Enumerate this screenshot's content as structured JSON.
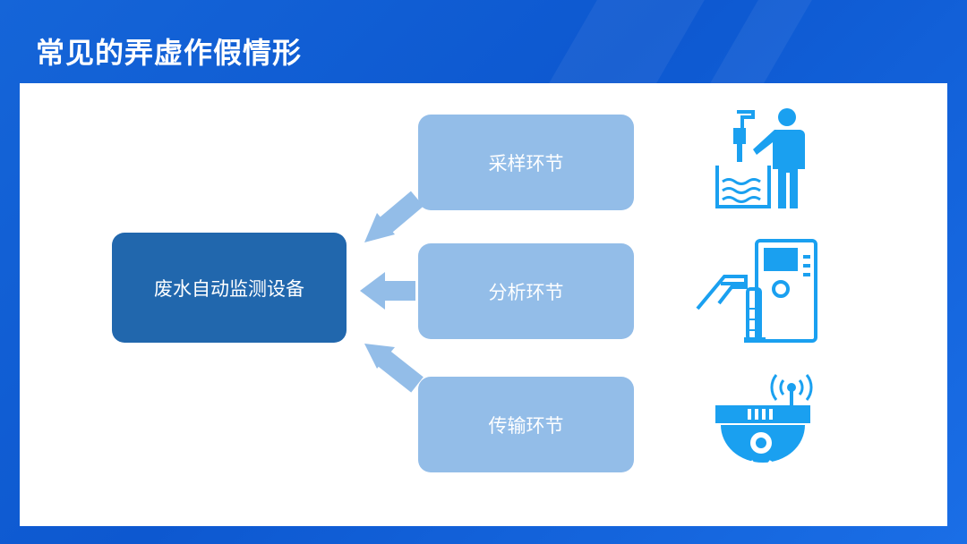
{
  "title": "常见的弄虚作假情形",
  "main_node": {
    "label": "废水自动监测设备"
  },
  "stages": [
    {
      "label": "采样环节",
      "icon": "person-sampling-water-icon"
    },
    {
      "label": "分析环节",
      "icon": "hand-test-tube-analyzer-icon"
    },
    {
      "label": "传输环节",
      "icon": "wireless-camera-transmitter-icon"
    }
  ],
  "colors": {
    "background": "#1565d8",
    "main_node": "#2167ad",
    "stage_node": "#93bde8",
    "arrow": "#93bde8",
    "icon": "#1aa0f0"
  }
}
